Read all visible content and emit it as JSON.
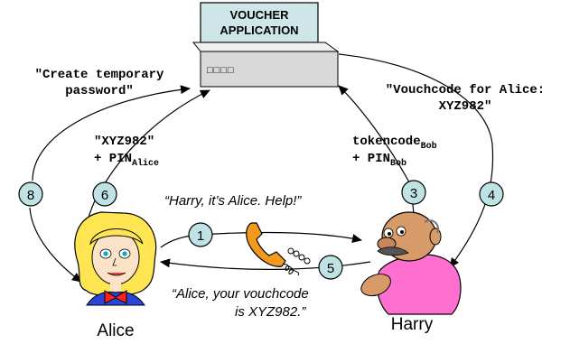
{
  "server": {
    "title_line1": "VOUCHER",
    "title_line2": "APPLICATION",
    "display_text": "□□□□"
  },
  "labels": {
    "create_password_line1": "\"Create temporary",
    "create_password_line2": "password\"",
    "vouchcode_line1": "\"Vouchcode for Alice:",
    "vouchcode_line2": "XYZ982\"",
    "alice_sends_line1": "\"XYZ982\"",
    "alice_sends_line2_prefix": "+ PIN",
    "alice_sends_line2_sub": "Alice",
    "bob_sends_line1_prefix": "tokencode",
    "bob_sends_line1_sub": "Bob",
    "bob_sends_line2_prefix": "+ PIN",
    "bob_sends_line2_sub": "Bob",
    "help_quote": "“Harry, it’s Alice. Help!”",
    "reply_line1": "“Alice, your vouchcode",
    "reply_line2": "is XYZ982.”"
  },
  "people": {
    "alice_name": "Alice",
    "harry_name": "Harry"
  },
  "steps": [
    "1",
    "3",
    "4",
    "5",
    "6",
    "8"
  ],
  "colors": {
    "server_top": "#cfe6e8",
    "server_body": "#d9d9d9",
    "step_circle": "#bfe3e4",
    "phone": "#f39a1e",
    "alice_hair": "#ffe552",
    "harry_shirt": "#ff6fd0",
    "harry_skin": "#d79b69",
    "alice_jacket": "#2a46d8",
    "alice_bow": "#ff2020"
  }
}
